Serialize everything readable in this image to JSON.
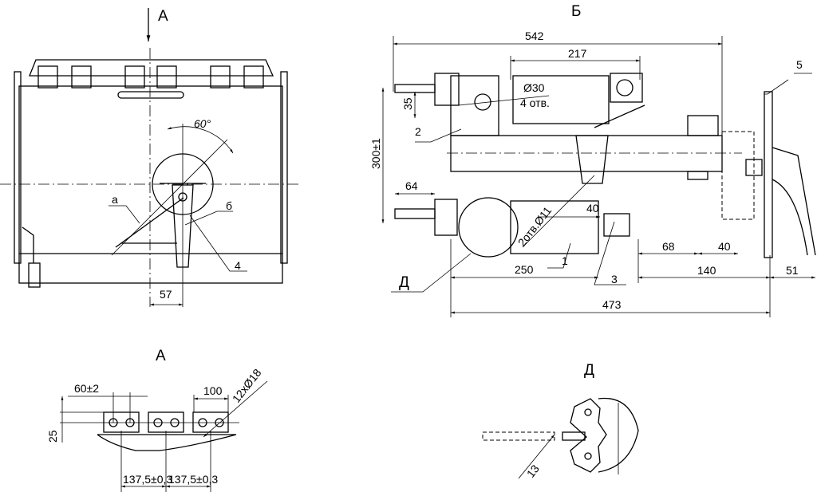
{
  "views": {
    "front": {
      "view_arrow_label": "А",
      "angle_label": "60°",
      "dim_57": "57",
      "callout_a": "а",
      "callout_b": "б",
      "callout_4": "4"
    },
    "side": {
      "title": "Б",
      "dim_542": "542",
      "dim_217": "217",
      "hole_diameter": "Ø30",
      "hole_count": "4 отв.",
      "dim_35": "35",
      "dim_300": "300±1",
      "dim_64": "64",
      "dim_40_top": "40",
      "holes_11": "2отв.Ø11",
      "dim_250": "250",
      "dim_68": "68",
      "dim_40_right": "40",
      "dim_140": "140",
      "dim_51": "51",
      "dim_473": "473",
      "callout_1": "1",
      "callout_2": "2",
      "callout_3": "3",
      "callout_5": "5",
      "detail_callout": "Д"
    },
    "view_a": {
      "title": "А",
      "dim_60": "60±2",
      "dim_100": "100",
      "holes": "12хØ18",
      "dim_25": "25",
      "dim_137_left": "137,5±0,3",
      "dim_137_right": "137,5±0,3"
    },
    "detail_d": {
      "title": "Д",
      "dim_13": "13"
    }
  }
}
